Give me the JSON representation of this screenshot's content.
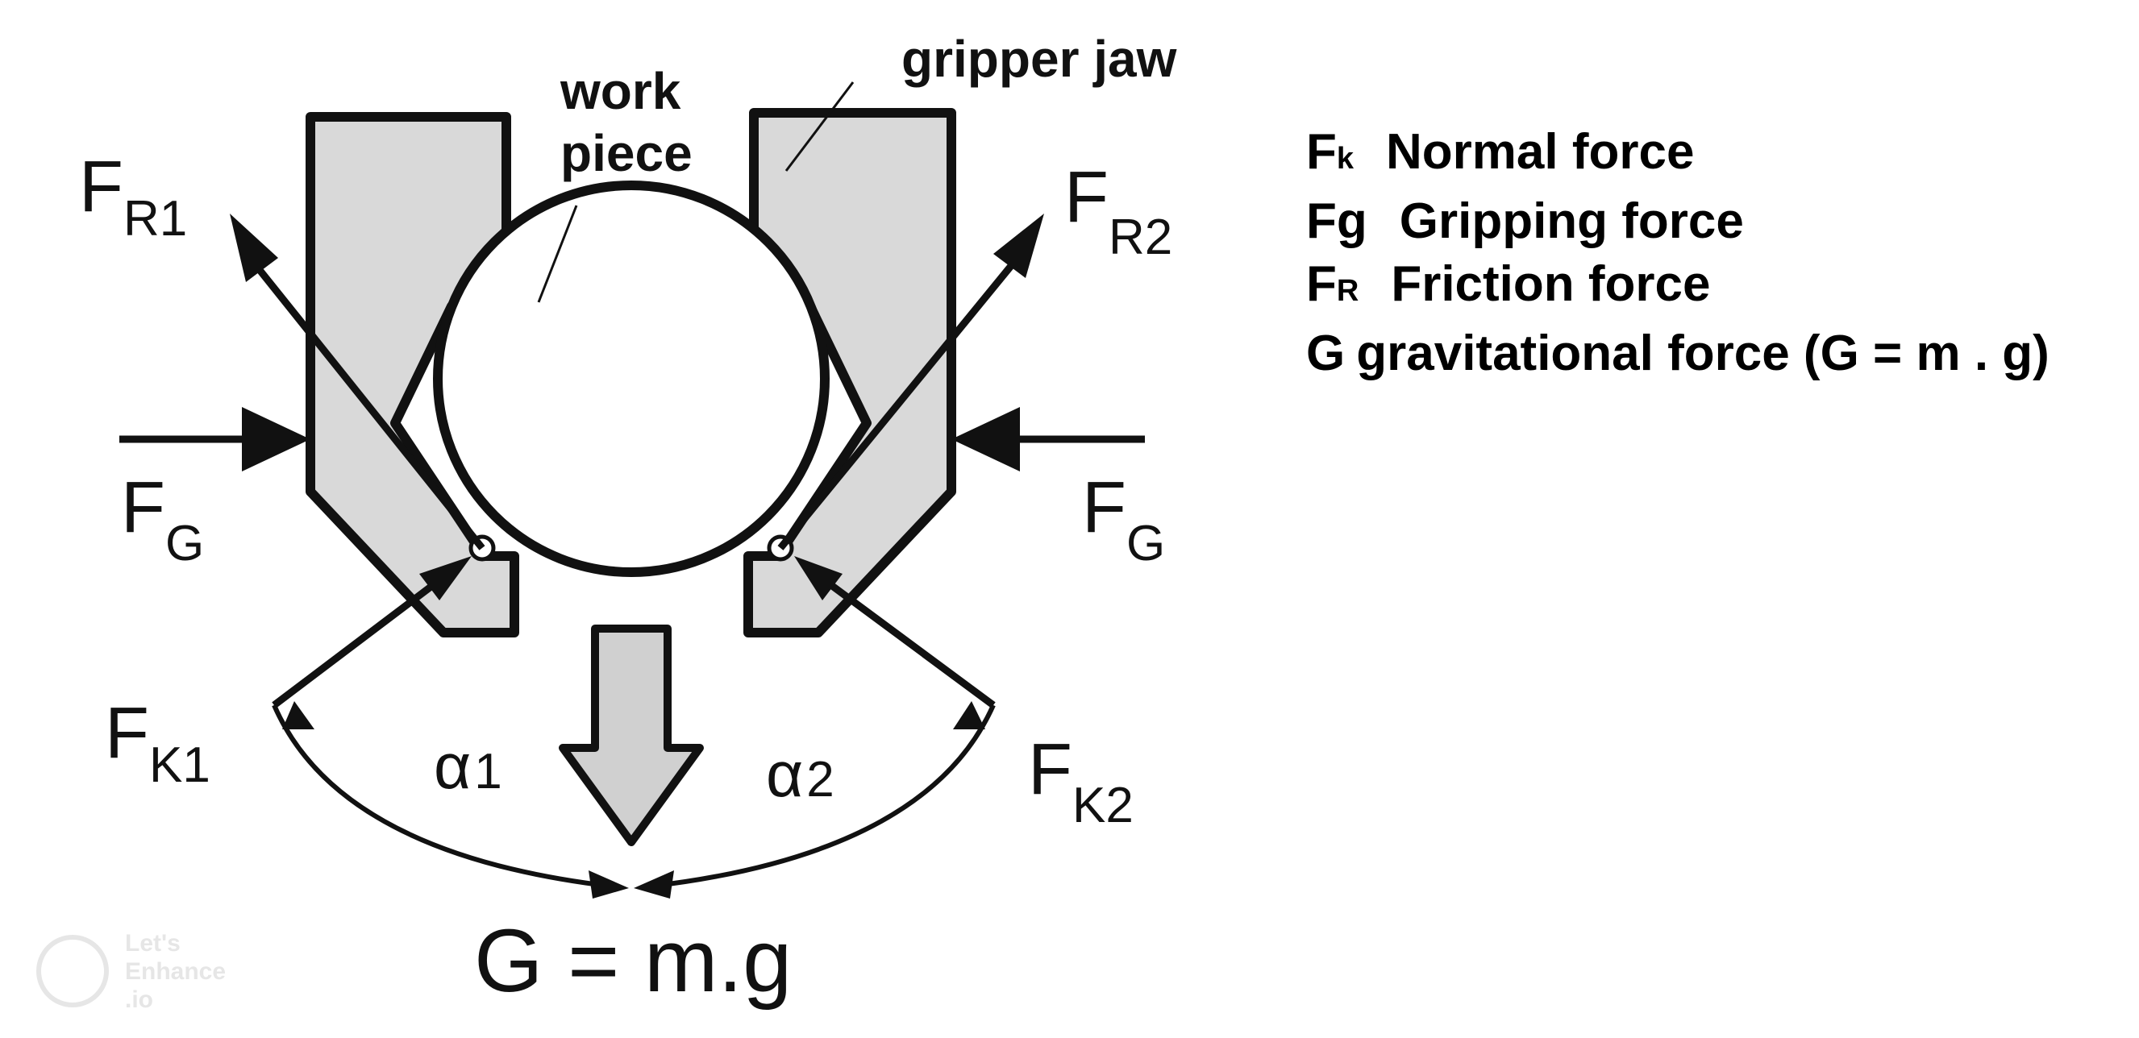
{
  "labels": {
    "work_piece_line1": "work",
    "work_piece_line2": "piece",
    "gripper_jaw": "gripper jaw",
    "fr1_main": "F",
    "fr1_sub": "R1",
    "fr2_main": "F",
    "fr2_sub": "R2",
    "fg_left_main": "F",
    "fg_left_sub": "G",
    "fg_right_main": "F",
    "fg_right_sub": "G",
    "fk1_main": "F",
    "fk1_sub": "K1",
    "fk2_main": "F",
    "fk2_sub": "K2",
    "alpha1_main": "α",
    "alpha1_sub": "1",
    "alpha2_main": "α",
    "alpha2_sub": "2",
    "equation": "G = m.g"
  },
  "legend": [
    {
      "symbol": "F",
      "sub": "k",
      "description": "Normal force"
    },
    {
      "symbol": "Fg",
      "sub": "",
      "description": "Gripping force"
    },
    {
      "symbol": "F",
      "sub": "R",
      "description": "Friction force"
    },
    {
      "symbol": "G",
      "sub": "",
      "description": "gravitational force (G = m . g)"
    }
  ],
  "watermark": {
    "line1": "Let's",
    "line2": "Enhance",
    "line3": ".io"
  }
}
